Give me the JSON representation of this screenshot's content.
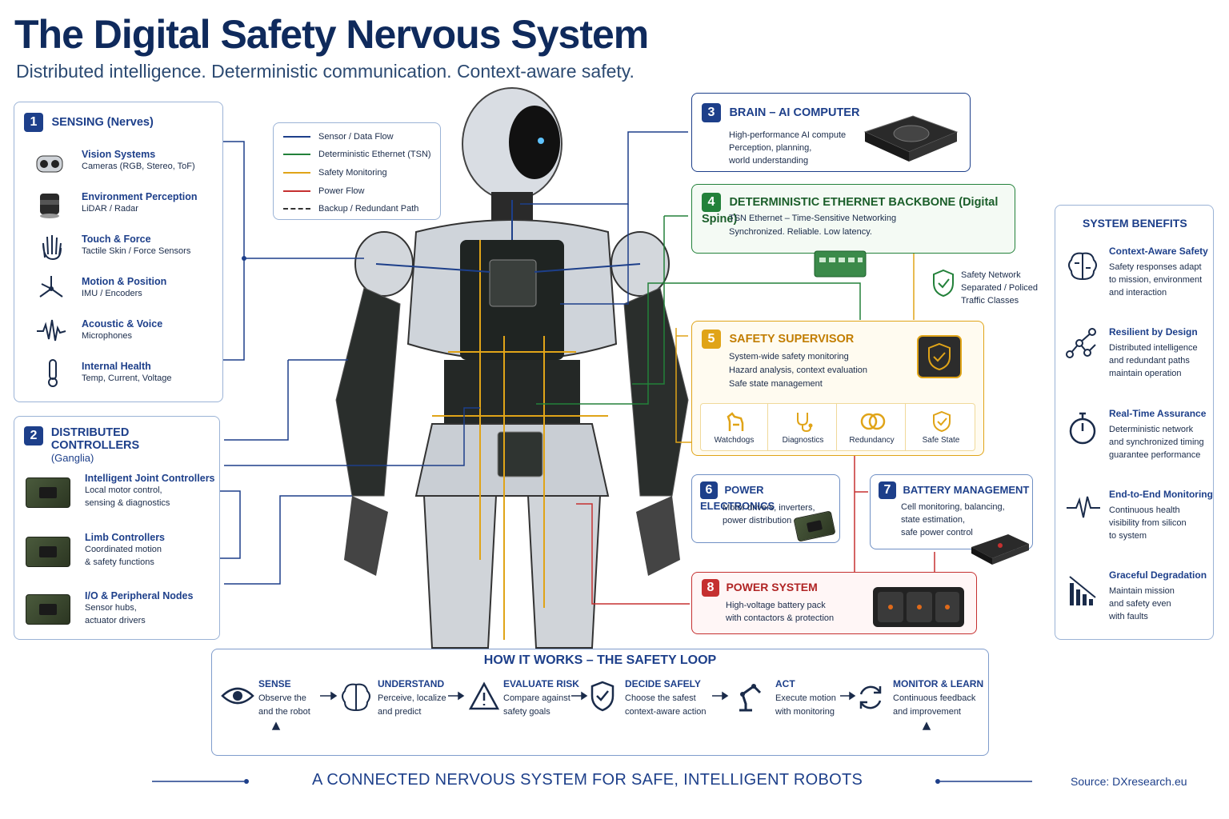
{
  "header": {
    "title": "The Digital Safety Nervous System",
    "subtitle": "Distributed intelligence. Deterministic communication. Context-aware safety."
  },
  "legend": [
    "Sensor / Data Flow",
    "Deterministic Ethernet (TSN)",
    "Safety Monitoring",
    "Power Flow",
    "Backup / Redundant Path"
  ],
  "colors": {
    "navy": "#1d3f8a",
    "green": "#23813a",
    "gold": "#e0a418",
    "red": "#c53030"
  },
  "sensing": {
    "num": "1",
    "title": "SENSING (Nerves)",
    "items": [
      {
        "title": "Vision Systems",
        "sub": "Cameras (RGB, Stereo, ToF)",
        "icon": "camera-icon"
      },
      {
        "title": "Environment Perception",
        "sub": "LiDAR / Radar",
        "icon": "lidar-icon"
      },
      {
        "title": "Touch & Force",
        "sub": "Tactile Skin / Force Sensors",
        "icon": "hand-icon"
      },
      {
        "title": "Motion & Position",
        "sub": "IMU / Encoders",
        "icon": "axes-icon"
      },
      {
        "title": "Acoustic & Voice",
        "sub": "Microphones",
        "icon": "waveform-icon"
      },
      {
        "title": "Internal Health",
        "sub": "Temp, Current, Voltage",
        "icon": "thermometer-icon"
      }
    ]
  },
  "controllers": {
    "num": "2",
    "title": "DISTRIBUTED CONTROLLERS",
    "title2": "(Ganglia)",
    "items": [
      {
        "title": "Intelligent Joint Controllers",
        "sub1": "Local motor control,",
        "sub2": "sensing & diagnostics"
      },
      {
        "title": "Limb Controllers",
        "sub1": "Coordinated motion",
        "sub2": "& safety functions"
      },
      {
        "title": "I/O & Peripheral Nodes",
        "sub1": "Sensor hubs,",
        "sub2": "actuator drivers"
      }
    ]
  },
  "brain": {
    "num": "3",
    "title": "BRAIN – AI COMPUTER",
    "l1": "High-performance AI compute",
    "l2": "Perception, planning,",
    "l3": "world understanding"
  },
  "backbone": {
    "num": "4",
    "title": "DETERMINISTIC ETHERNET BACKBONE (Digital Spine)",
    "l1": "TSN Ethernet – Time-Sensitive Networking",
    "l2": "Synchronized. Reliable. Low latency."
  },
  "safety_network": {
    "l1": "Safety Network",
    "l2": "Separated / Policed",
    "l3": "Traffic Classes"
  },
  "supervisor": {
    "num": "5",
    "title": "SAFETY SUPERVISOR",
    "l1": "System-wide safety monitoring",
    "l2": "Hazard analysis, context evaluation",
    "l3": "Safe state management",
    "subs": [
      "Watchdogs",
      "Diagnostics",
      "Redundancy",
      "Safe State"
    ]
  },
  "power_electronics": {
    "num": "6",
    "title": "POWER ELECTRONICS",
    "l1": "Motor drivers, inverters,",
    "l2": "power distribution"
  },
  "battery": {
    "num": "7",
    "title": "BATTERY MANAGEMENT",
    "l1": "Cell monitoring, balancing,",
    "l2": "state estimation,",
    "l3": "safe power control"
  },
  "power_system": {
    "num": "8",
    "title": "POWER SYSTEM",
    "l1": "High-voltage battery pack",
    "l2": "with contactors & protection"
  },
  "benefits": {
    "title": "SYSTEM BENEFITS",
    "items": [
      {
        "title": "Context-Aware Safety",
        "l1": "Safety responses adapt",
        "l2": "to mission, environment",
        "l3": "and interaction"
      },
      {
        "title": "Resilient by Design",
        "l1": "Distributed intelligence",
        "l2": "and redundant paths",
        "l3": "maintain operation"
      },
      {
        "title": "Real-Time Assurance",
        "l1": "Deterministic network",
        "l2": "and synchronized timing",
        "l3": "guarantee performance"
      },
      {
        "title": "End-to-End Monitoring",
        "l1": "Continuous health",
        "l2": "visibility from silicon",
        "l3": "to system"
      },
      {
        "title": "Graceful Degradation",
        "l1": "Maintain mission",
        "l2": "and safety even",
        "l3": "with faults"
      }
    ]
  },
  "loop": {
    "title": "HOW IT WORKS – THE SAFETY LOOP",
    "steps": [
      {
        "title": "SENSE",
        "l1": "Observe the",
        "l2": "and the robot"
      },
      {
        "title": "UNDERSTAND",
        "l1": "Perceive, localize",
        "l2": "and predict"
      },
      {
        "title": "EVALUATE RISK",
        "l1": "Compare against",
        "l2": "safety goals"
      },
      {
        "title": "DECIDE SAFELY",
        "l1": "Choose the safest",
        "l2": "context-aware action"
      },
      {
        "title": "ACT",
        "l1": "Execute motion",
        "l2": "with monitoring"
      },
      {
        "title": "MONITOR & LEARN",
        "l1": "Continuous feedback",
        "l2": "and improvement"
      }
    ]
  },
  "footer": {
    "tagline": "A CONNECTED NERVOUS SYSTEM FOR SAFE, INTELLIGENT ROBOTS",
    "source": "Source: DXresearch.eu"
  }
}
